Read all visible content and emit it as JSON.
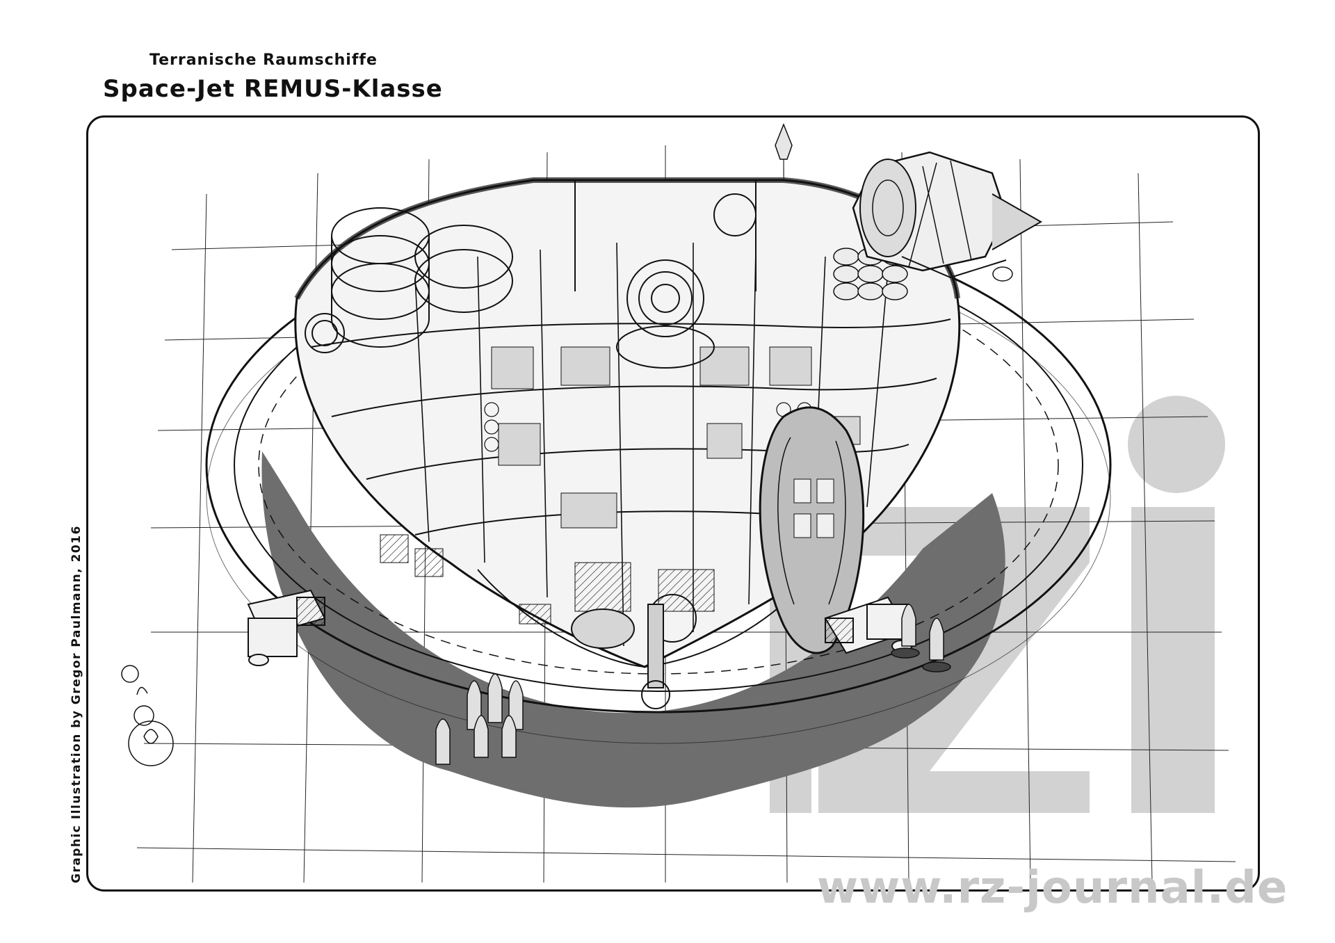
{
  "header": {
    "subtitle": "Terranische Raumschiffe",
    "title": "Space-Jet REMUS-Klasse"
  },
  "credit": "Graphic Illustration by Gregor Paulmann, 2016",
  "watermark": {
    "logo_name": "rz-logo",
    "url": "www.rz-journal.de",
    "color": "#c8c8c8"
  },
  "colors": {
    "ink": "#111111",
    "shadow": "#6e6e6e",
    "tint": "#d6d6d6",
    "paper": "#ffffff"
  }
}
